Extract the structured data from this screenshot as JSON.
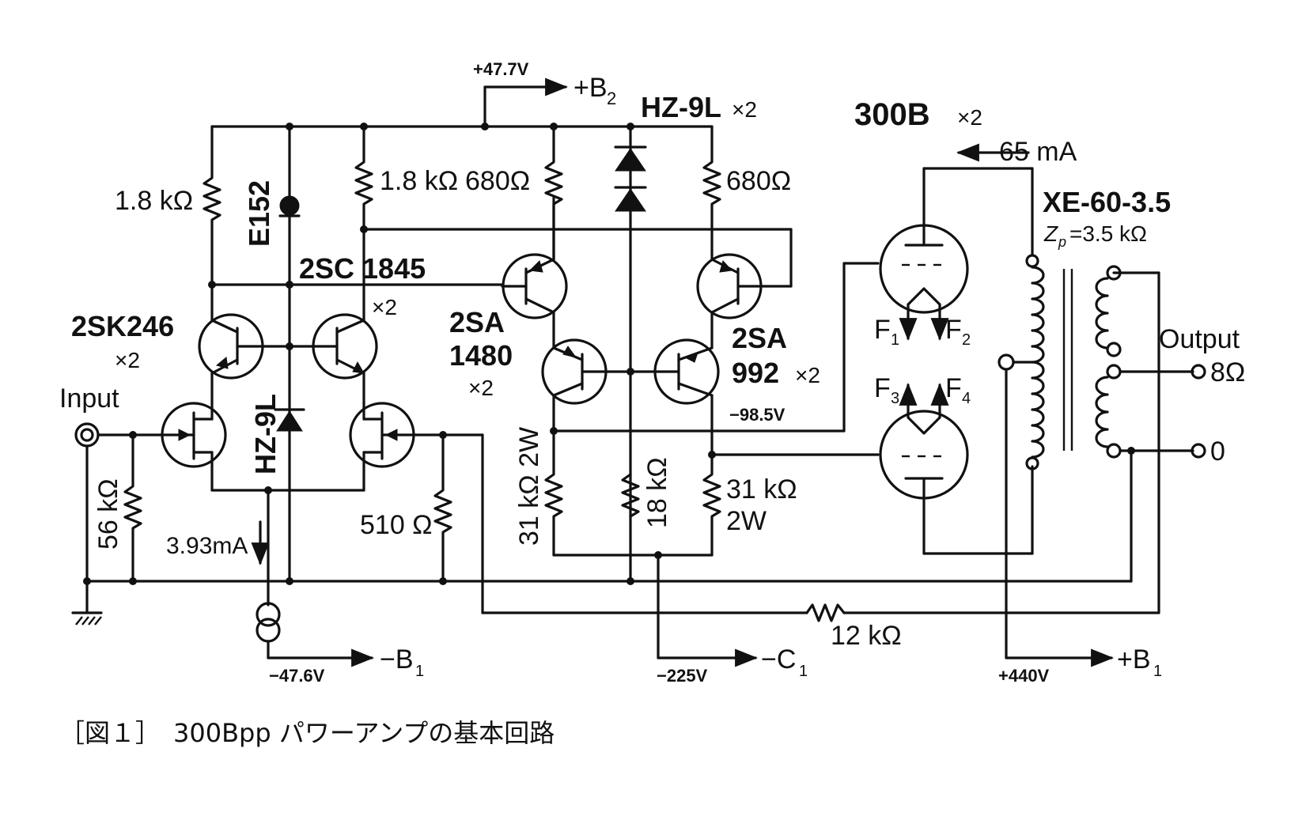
{
  "diagram": {
    "labels": {
      "b2_voltage": "+47.7V",
      "b2_rail": "+B",
      "b2_sub": "2",
      "hz9l_top": "HZ-9L",
      "hz9l_top_mult": "×2",
      "tube_name": "300B",
      "tube_mult": "×2",
      "plate_current": "65 mA",
      "transformer_name": "XE-60-3.5",
      "zp_label": "Z",
      "zp_sub": "p",
      "zp_value": "=3.5 kΩ",
      "r_1k8_left": "1.8 kΩ",
      "e152": "E152",
      "r_1k8_mid": "1.8 kΩ",
      "r_680_left": "680Ω",
      "r_680_right": "680Ω",
      "q_2sc1845": "2SC 1845",
      "q_2sc1845_mult": "×2",
      "q_2sk246": "2SK246",
      "q_2sk246_mult": "×2",
      "q_2sa1480_a": "2SA",
      "q_2sa1480_b": "1480",
      "q_2sa1480_mult": "×2",
      "q_2sa992_a": "2SA",
      "q_2sa992_b": "992",
      "q_2sa992_mult": "×2",
      "f1": "F",
      "f1_sub": "1",
      "f2": "F",
      "f2_sub": "2",
      "f3": "F",
      "f3_sub": "3",
      "f4": "F",
      "f4_sub": "4",
      "output": "Output",
      "out_8": "8Ω",
      "out_0": "0",
      "input": "Input",
      "hz9l_mid": "HZ-9L",
      "v_minus_98": "−98.5V",
      "r_56k": "56 kΩ",
      "i_393": "3.93mA",
      "r_510": "510 Ω",
      "r_31k_left": "31 kΩ 2W",
      "r_18k": "18 kΩ",
      "r_31k_right_a": "31 kΩ",
      "r_31k_right_b": "2W",
      "r_12k": "12 kΩ",
      "v_minus_476": "−47.6V",
      "b1_neg": "−B",
      "b1_neg_sub": "1",
      "v_minus_225": "−225V",
      "c1": "−C",
      "c1_sub": "1",
      "v_plus_440": "+440V",
      "b1_pos": "+B",
      "b1_pos_sub": "1"
    },
    "caption": "［図１］　300Bpp パワーアンプの基本回路"
  }
}
